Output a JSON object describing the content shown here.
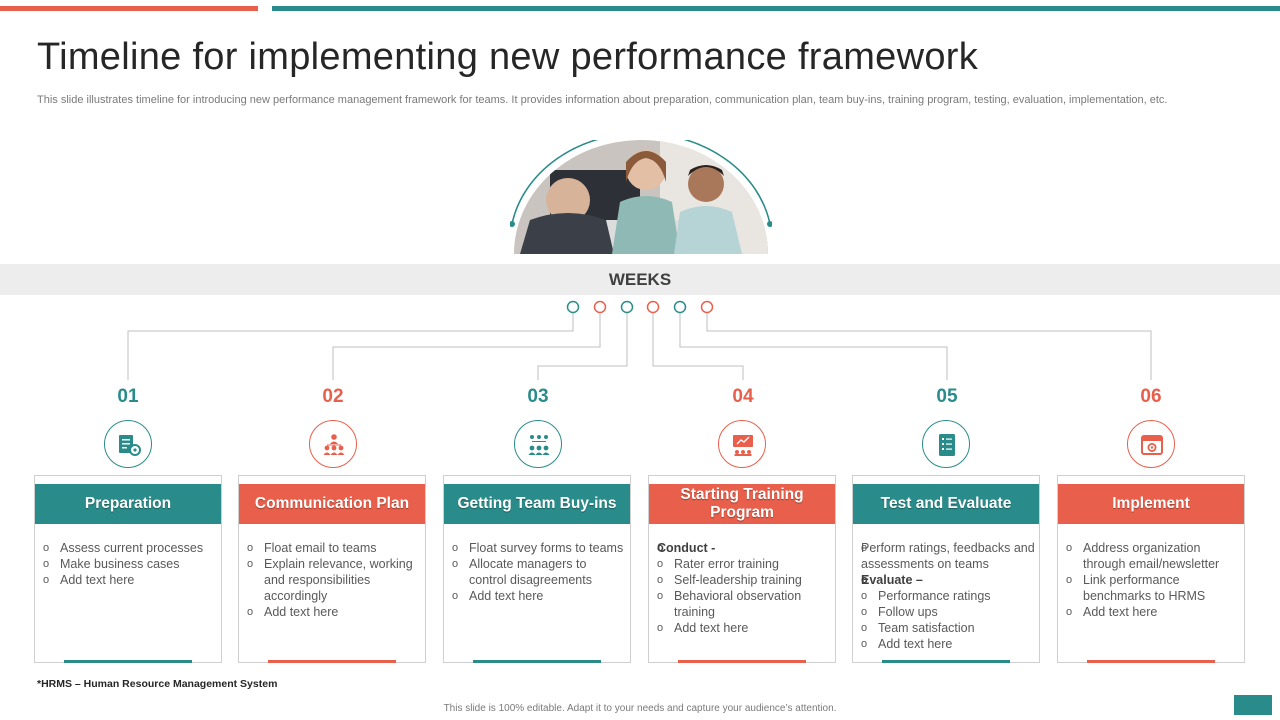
{
  "slide": {
    "title": "Timeline for implementing new performance framework",
    "subtitle": "This slide illustrates timeline for introducing new performance management framework for teams. It provides information about preparation, communication plan, team buy-ins, training program, testing, evaluation, implementation, etc.",
    "weeks_label": "WEEKS",
    "footnote": "*HRMS – Human Resource Management System",
    "footer_text": "This slide is 100% editable. Adapt it to your needs and capture your audience’s attention."
  },
  "colors": {
    "teal": "#2A8C8A",
    "coral": "#E8604C",
    "band": "#EDEDED"
  },
  "phases": [
    {
      "number": "01",
      "color": "teal",
      "icon": "checklist-settings-icon",
      "title": "Preparation",
      "items": [
        {
          "bullet": true,
          "text": "Assess current processes"
        },
        {
          "bullet": true,
          "text": "Make business cases"
        },
        {
          "bullet": true,
          "text": "Add text here"
        }
      ]
    },
    {
      "number": "02",
      "color": "coral",
      "icon": "team-hierarchy-icon",
      "title": "Communication Plan",
      "items": [
        {
          "bullet": true,
          "text": "Float email to teams"
        },
        {
          "bullet": true,
          "text": "Explain relevance, working and responsibilities accordingly"
        },
        {
          "bullet": true,
          "text": "Add text here"
        }
      ]
    },
    {
      "number": "03",
      "color": "teal",
      "icon": "team-network-icon",
      "title": "Getting Team Buy-ins",
      "items": [
        {
          "bullet": true,
          "text": "Float survey forms to teams"
        },
        {
          "bullet": true,
          "text": "Allocate managers to control disagreements"
        },
        {
          "bullet": true,
          "text": "Add text here"
        }
      ]
    },
    {
      "number": "04",
      "color": "coral",
      "icon": "presentation-board-icon",
      "title": "Starting Training Program",
      "items": [
        {
          "bullet": false,
          "strong": true,
          "text": "Conduct -"
        },
        {
          "bullet": true,
          "text": "Rater error training"
        },
        {
          "bullet": true,
          "text": "Self-leadership training"
        },
        {
          "bullet": true,
          "text": "Behavioral observation training"
        },
        {
          "bullet": true,
          "text": "Add text here"
        }
      ]
    },
    {
      "number": "05",
      "color": "teal",
      "icon": "evaluation-list-icon",
      "title": "Test and Evaluate",
      "items": [
        {
          "bullet": false,
          "text": "Perform ratings, feedbacks and assessments on teams"
        },
        {
          "bullet": false,
          "strong": true,
          "text": "Evaluate –"
        },
        {
          "bullet": true,
          "text": "Performance ratings"
        },
        {
          "bullet": true,
          "text": "Follow ups"
        },
        {
          "bullet": true,
          "text": "Team satisfaction"
        },
        {
          "bullet": true,
          "text": "Add text here"
        }
      ]
    },
    {
      "number": "06",
      "color": "coral",
      "icon": "browser-settings-icon",
      "title": "Implement",
      "items": [
        {
          "bullet": true,
          "text": "Address organization through email/newsletter"
        },
        {
          "bullet": true,
          "text": "Link performance benchmarks to HRMS"
        },
        {
          "bullet": true,
          "text": "Add text here"
        }
      ]
    }
  ]
}
